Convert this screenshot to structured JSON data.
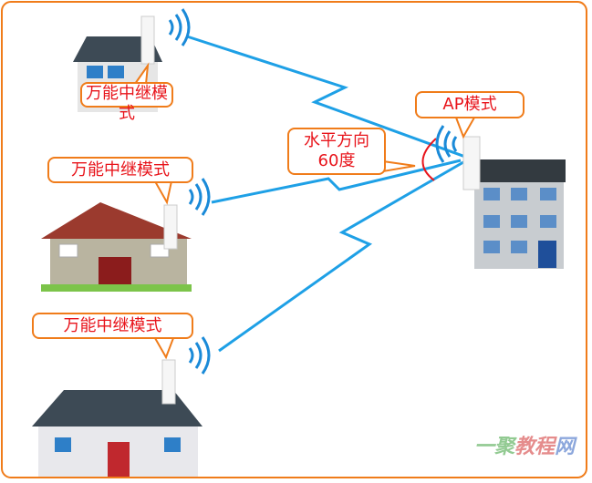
{
  "callouts": {
    "repeater_top": "万能中继模式",
    "repeater_middle": "万能中继模式",
    "repeater_bottom": "万能中继模式",
    "ap": "AP模式",
    "angle_line1": "水平方向",
    "angle_line2": "60度"
  },
  "watermark": {
    "text": "一聚教程网"
  },
  "colors": {
    "frame": "#f07c1a",
    "link": "#1ea0e6",
    "callout_text": "#e8141b",
    "wave": "#1a8ad8"
  }
}
